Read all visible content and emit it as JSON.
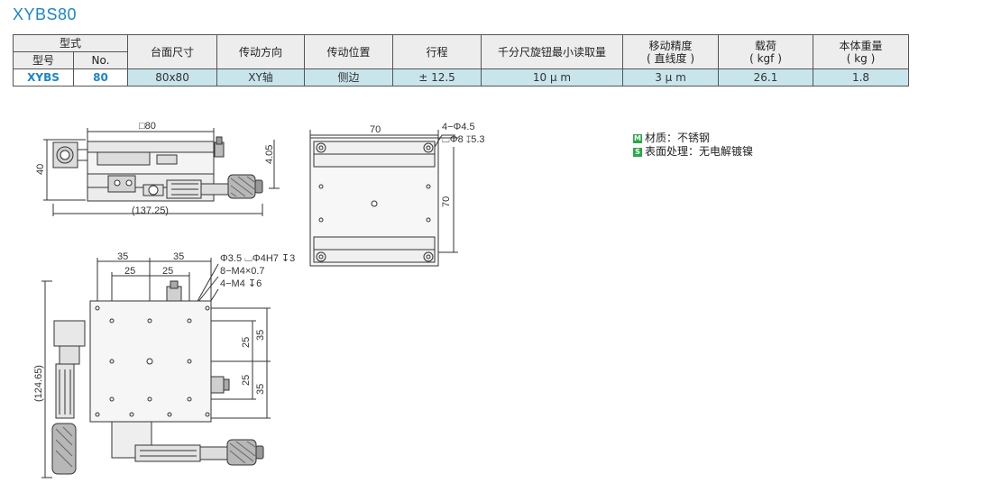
{
  "title": "XYBS80",
  "table": {
    "header_model_group": "型式",
    "header_model": "型号",
    "header_no": "No.",
    "headers": [
      "台面尺寸",
      "传动方向",
      "传动位置",
      "行程",
      "千分尺旋钮最小读取量",
      "移动精度\n( 直线度 )",
      "载荷\n( kgf )",
      "本体重量\n( kg )"
    ],
    "row": {
      "model": "XYBS",
      "no": "80",
      "cells": [
        "80x80",
        "XY轴",
        "侧边",
        "± 12.5",
        "10 μ m",
        "3 μ m",
        "26.1",
        "1.8"
      ]
    }
  },
  "notes": {
    "material_badge": "M",
    "material": "材质：不锈钢",
    "surface_badge": "S",
    "surface": "表面处理：无电解镀镍",
    "badge_color": "#2aa84a"
  },
  "drawings": {
    "side_view": {
      "top_dim": "□80",
      "left_dim": "40",
      "right_dim": "4.05",
      "bottom_dim": "(137.25)"
    },
    "end_view": {
      "top_dim": "70",
      "right_dim": "70",
      "hole_note_1": "4−Φ4.5",
      "hole_note_2": "⌴Φ8 ↧5.3"
    },
    "top_view": {
      "dim_35_left": "35",
      "dim_35_right": "35",
      "dim_25_left": "25",
      "dim_25_right": "25",
      "note_1": "Φ3.5 ⌴Φ4H7 ↧3",
      "note_2": "8−M4×0.7",
      "note_3": "4−M4 ↧6",
      "right_25_top": "25",
      "right_35_top": "35",
      "right_25_bottom": "25",
      "right_35_bottom": "35",
      "left_dim": "(124.65)"
    }
  }
}
